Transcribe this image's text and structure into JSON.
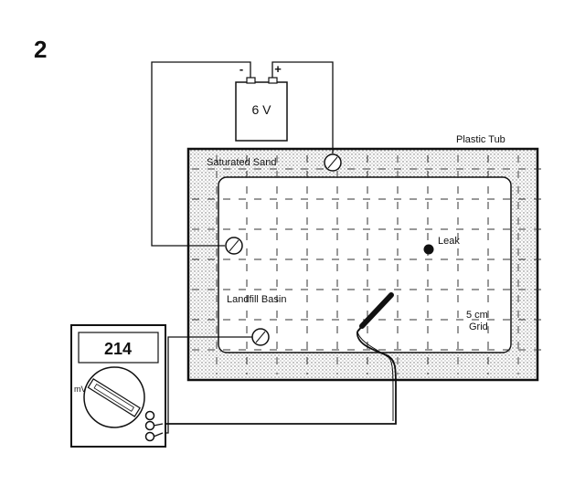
{
  "figure_number": "2",
  "battery": {
    "label": "6 V",
    "neg_terminal": "-",
    "pos_terminal": "+"
  },
  "tub": {
    "label": "Plastic Tub"
  },
  "sand": {
    "label": "Saturated Sand"
  },
  "basin": {
    "label": "Landfill Basin"
  },
  "leak": {
    "label": "Leak"
  },
  "grid": {
    "label_line1": "5 cm",
    "label_line2": "Grid"
  },
  "meter": {
    "reading": "214",
    "unit": "mV"
  },
  "colors": {
    "ink": "#111111",
    "sand_stipple": "#8a8a8a",
    "paper": "#ffffff"
  }
}
